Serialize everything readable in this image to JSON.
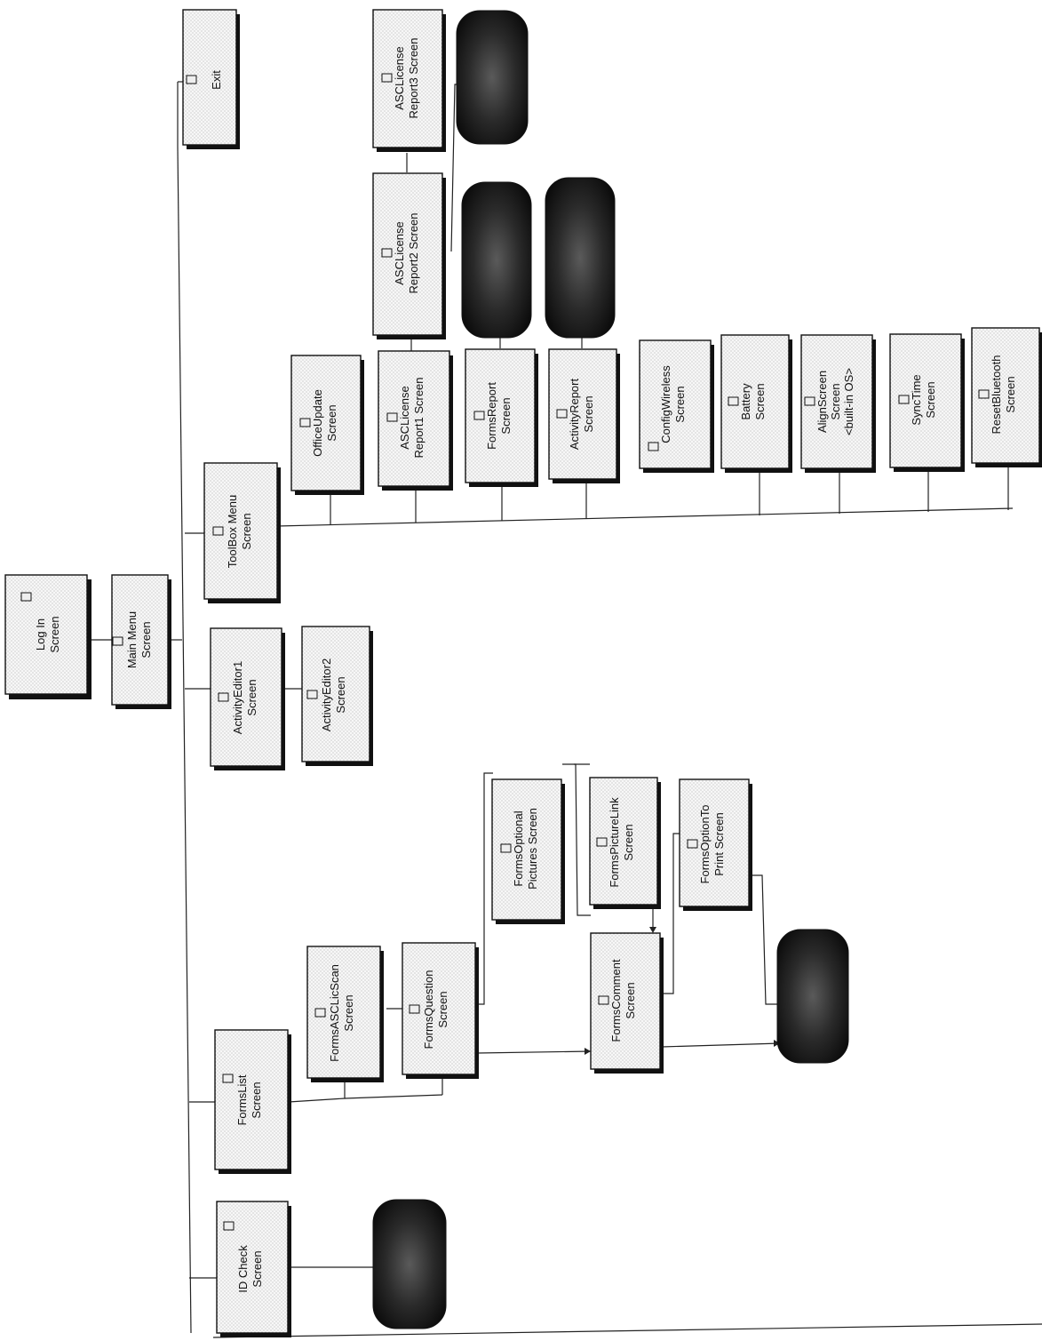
{
  "nodes": {
    "login": {
      "line1": "Log In",
      "line2": "Screen"
    },
    "main_menu": {
      "line1": "Main Menu",
      "line2": "Screen"
    },
    "exit": {
      "line1": "Exit"
    },
    "toolbox": {
      "line1": "ToolBox Menu",
      "line2": "Screen"
    },
    "office_update": {
      "line1": "OfficeUpdate",
      "line2": "Screen"
    },
    "asc_report1": {
      "line1": "ASCLicense",
      "line2": "Report1 Screen"
    },
    "asc_report2": {
      "line1": "ASCLicense",
      "line2": "Report2 Screen"
    },
    "asc_report3": {
      "line1": "ASCLicense",
      "line2": "Report3 Screen"
    },
    "forms_report": {
      "line1": "FormsReport",
      "line2": "Screen"
    },
    "activity_report": {
      "line1": "ActivityReport",
      "line2": "Screen"
    },
    "config_wireless": {
      "line1": "ConfigWireless",
      "line2": "Screen"
    },
    "battery": {
      "line1": "Battery",
      "line2": "Screen"
    },
    "align_screen": {
      "line1": "AlignScreen",
      "line2": "Screen",
      "line3": "<built-in OS>"
    },
    "sync_time": {
      "line1": "SyncTime",
      "line2": "Screen"
    },
    "reset_bluetooth": {
      "line1": "ResetBluetooth",
      "line2": "Screen"
    },
    "activity_editor1": {
      "line1": "ActivityEditor1",
      "line2": "Screen"
    },
    "activity_editor2": {
      "line1": "ActivityEditor2",
      "line2": "Screen"
    },
    "forms_list": {
      "line1": "FormsList",
      "line2": "Screen"
    },
    "forms_asc_lic": {
      "line1": "FormsASCLicScan",
      "line2": "Screen"
    },
    "forms_question": {
      "line1": "FormsQuestion",
      "line2": "Screen"
    },
    "forms_optional": {
      "line1": "FormsOptional",
      "line2": "Pictures Screen"
    },
    "forms_picture_link": {
      "line1": "FormsPictureLink",
      "line2": "Screen"
    },
    "forms_comment": {
      "line1": "FormsComment",
      "line2": "Screen"
    },
    "forms_option_print": {
      "line1": "FormsOptionTo",
      "line2": "Print Screen"
    },
    "id_check": {
      "line1": "ID Check",
      "line2": "Screen"
    }
  },
  "colors": {
    "stroke": "#111111",
    "terminal": "#1a1a1a",
    "fill": "#f4f4f4"
  },
  "icons": {
    "node_icon": "lock-icon"
  }
}
